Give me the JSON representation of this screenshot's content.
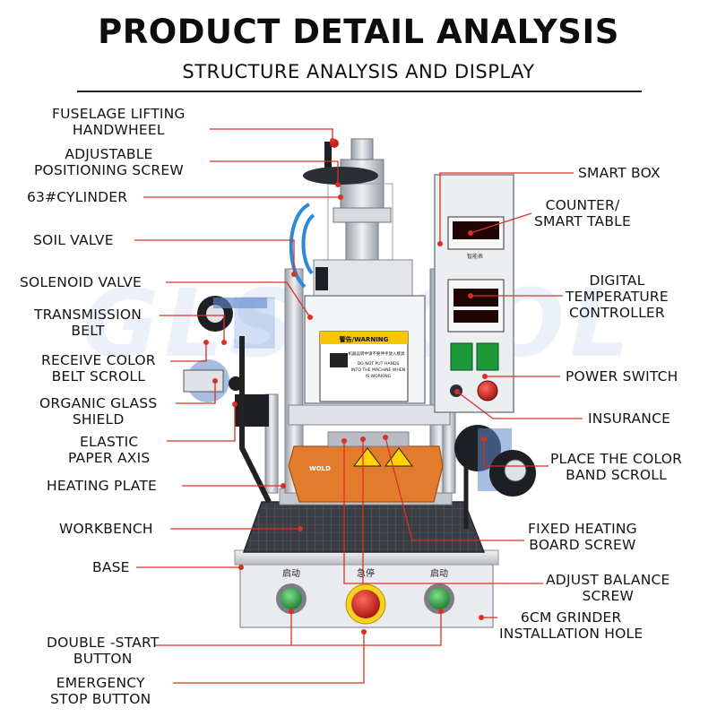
{
  "header": {
    "title": "PRODUCT DETAIL ANALYSIS",
    "subtitle": "STRUCTURE ANALYSIS AND DISPLAY"
  },
  "watermark": "GLS-TOOL",
  "colors": {
    "leader": "#d93025",
    "orange_plate": "#e27b2c",
    "metal": "#c9ccd1",
    "text": "#141414"
  },
  "panel": {
    "warning_title": "警告/WARNING",
    "warning_cn": "机器运转中请不要伸手放入模具",
    "warning_en_1": "DO NOT PUT HANDS",
    "warning_en_2": "INTO THE MACHINE WHEN",
    "warning_en_3": "IS WORKING",
    "counter_caption": "智能表",
    "start_left": "启动",
    "emergency": "急停",
    "start_right": "启动",
    "brand": "WOLD"
  },
  "labels_left": [
    {
      "id": "fuselage-lifting-handwheel",
      "lines": [
        "FUSELAGE LIFTING",
        "HANDWHEEL"
      ]
    },
    {
      "id": "adjustable-positioning-screw",
      "lines": [
        "ADJUSTABLE",
        "POSITIONING SCREW"
      ]
    },
    {
      "id": "cylinder-63",
      "lines": [
        "63#CYLINDER"
      ]
    },
    {
      "id": "soil-valve",
      "lines": [
        "SOIL VALVE"
      ]
    },
    {
      "id": "solenoid-valve",
      "lines": [
        "SOLENOID VALVE"
      ]
    },
    {
      "id": "transmission-belt",
      "lines": [
        "TRANSMISSION",
        "BELT"
      ]
    },
    {
      "id": "receive-color-belt-scroll",
      "lines": [
        "RECEIVE COLOR",
        "BELT SCROLL"
      ]
    },
    {
      "id": "organic-glass-shield",
      "lines": [
        "ORGANIC GLASS",
        "SHIELD"
      ]
    },
    {
      "id": "elastic-paper-axis",
      "lines": [
        "ELASTIC",
        "PAPER AXIS"
      ]
    },
    {
      "id": "heating-plate",
      "lines": [
        "HEATING PLATE"
      ]
    },
    {
      "id": "workbench",
      "lines": [
        "WORKBENCH"
      ]
    },
    {
      "id": "base",
      "lines": [
        "BASE"
      ]
    },
    {
      "id": "double-start-button",
      "lines": [
        "DOUBLE -START",
        "BUTTON"
      ]
    },
    {
      "id": "emergency-stop-button",
      "lines": [
        "EMERGENCY",
        "STOP BUTTON"
      ]
    }
  ],
  "labels_right": [
    {
      "id": "smart-box",
      "lines": [
        "SMART BOX"
      ]
    },
    {
      "id": "counter-smart-table",
      "lines": [
        "COUNTER/",
        "SMART TABLE"
      ]
    },
    {
      "id": "digital-temperature-controller",
      "lines": [
        "DIGITAL",
        "TEMPERATURE",
        "CONTROLLER"
      ]
    },
    {
      "id": "power-switch",
      "lines": [
        "POWER SWITCH"
      ]
    },
    {
      "id": "insurance",
      "lines": [
        "INSURANCE"
      ]
    },
    {
      "id": "place-the-color-band-scroll",
      "lines": [
        "PLACE THE COLOR",
        "BAND SCROLL"
      ]
    },
    {
      "id": "fixed-heating-board-screw",
      "lines": [
        "FIXED HEATING",
        "BOARD SCREW"
      ]
    },
    {
      "id": "adjust-balance-screw",
      "lines": [
        "ADJUST BALANCE",
        "SCREW"
      ]
    },
    {
      "id": "grinder-installation-hole",
      "lines": [
        "6CM GRINDER",
        "INSTALLATION HOLE"
      ]
    }
  ]
}
